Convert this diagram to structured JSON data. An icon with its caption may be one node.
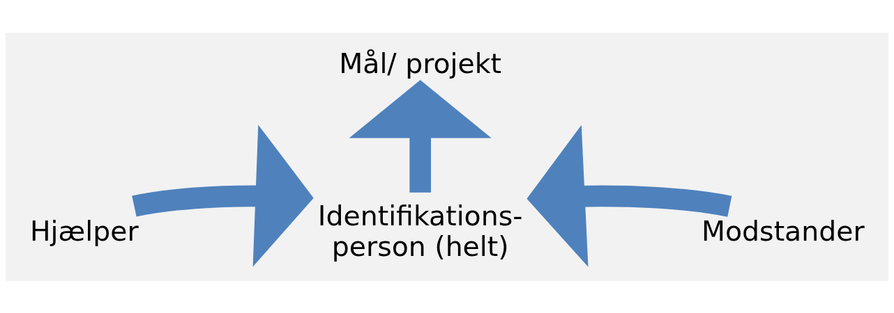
{
  "diagram": {
    "nodes": [
      {
        "text": [
          "Mål/ projekt"
        ]
      },
      {
        "text": [
          "Hjælper"
        ]
      },
      {
        "text": [
          "Identifikations- person (helt)"
        ]
      },
      {
        "text": [
          "Modstander"
        ]
      }
    ],
    "edges": [
      {
        "from": 2,
        "to": 0,
        "arrow": "to"
      },
      {
        "from": 1,
        "to": 2,
        "arrow": "to"
      },
      {
        "from": 3,
        "to": 2,
        "arrow": "to"
      }
    ]
  }
}
